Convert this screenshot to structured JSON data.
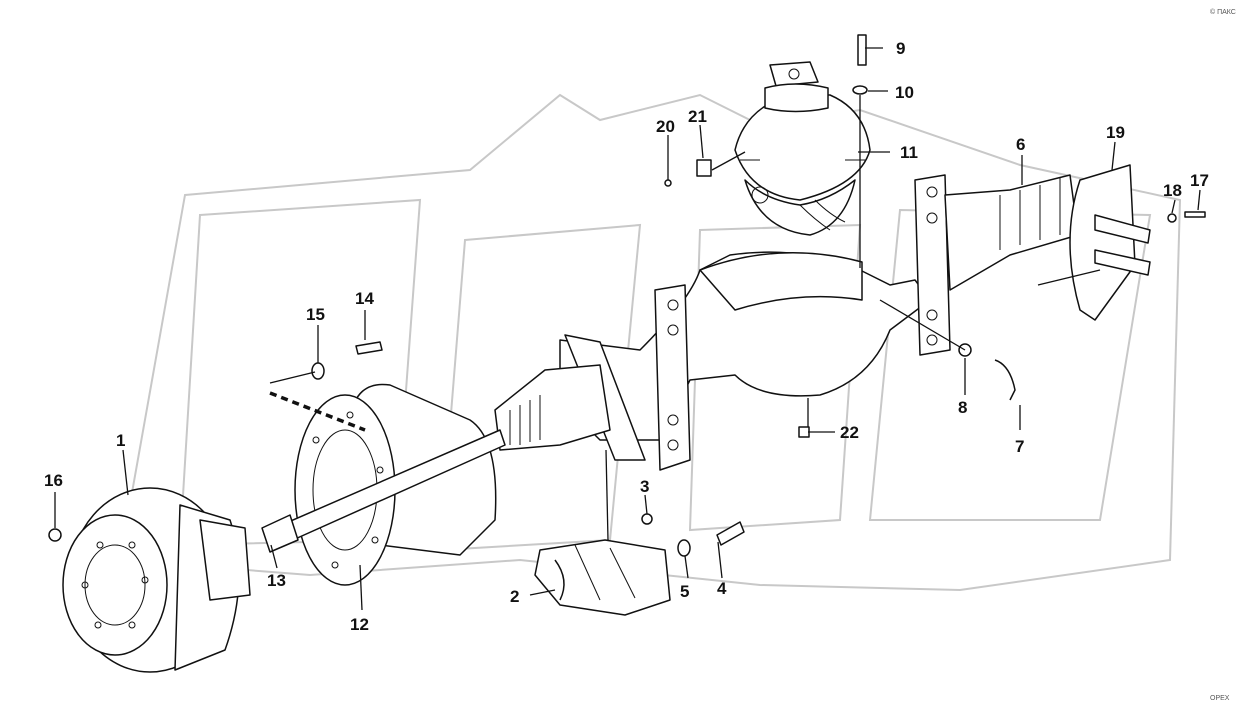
{
  "diagram": {
    "corner_text": "© ПАКС",
    "watermark": "OPEX",
    "callouts": [
      {
        "id": "c1",
        "text": "1"
      },
      {
        "id": "c2",
        "text": "2"
      },
      {
        "id": "c3",
        "text": "3"
      },
      {
        "id": "c4",
        "text": "4"
      },
      {
        "id": "c5",
        "text": "5"
      },
      {
        "id": "c6",
        "text": "6"
      },
      {
        "id": "c7",
        "text": "7"
      },
      {
        "id": "c8",
        "text": "8"
      },
      {
        "id": "c9",
        "text": "9"
      },
      {
        "id": "c10",
        "text": "10"
      },
      {
        "id": "c11",
        "text": "11"
      },
      {
        "id": "c12",
        "text": "12"
      },
      {
        "id": "c13",
        "text": "13"
      },
      {
        "id": "c14",
        "text": "14"
      },
      {
        "id": "c15",
        "text": "15"
      },
      {
        "id": "c16",
        "text": "16"
      },
      {
        "id": "c17",
        "text": "17"
      },
      {
        "id": "c18",
        "text": "18"
      },
      {
        "id": "c19",
        "text": "19"
      },
      {
        "id": "c20",
        "text": "20"
      },
      {
        "id": "c21",
        "text": "21"
      },
      {
        "id": "c22",
        "text": "22"
      }
    ]
  }
}
